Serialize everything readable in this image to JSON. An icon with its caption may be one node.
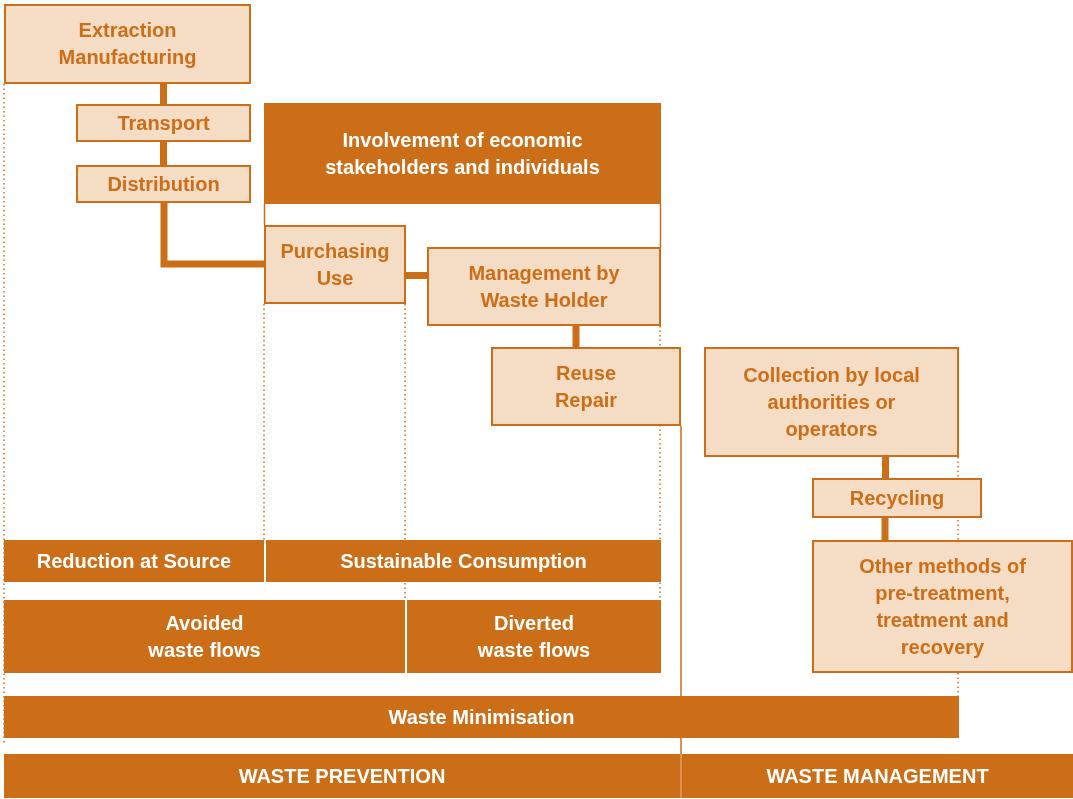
{
  "diagram": {
    "nodes": [
      {
        "text": [
          "Extraction Manufacturing"
        ]
      },
      {
        "text": [
          "Transport"
        ]
      },
      {
        "text": [
          "Distribution"
        ]
      },
      {
        "text": [
          "Involvement of economic stakeholders and individuals"
        ]
      },
      {
        "text": [
          "Purchasing Use"
        ]
      },
      {
        "text": [
          "Management by Waste Holder"
        ]
      },
      {
        "text": [
          "Reuse Repair"
        ]
      },
      {
        "text": [
          "Collection by local authorities or operators"
        ]
      },
      {
        "text": [
          "Recycling"
        ]
      },
      {
        "text": [
          "Other methods of pre-treatment, treatment and recovery"
        ]
      },
      {
        "text": [
          "Reduction at Source"
        ]
      },
      {
        "text": [
          "Sustainable Consumption"
        ]
      },
      {
        "text": [
          "Avoided waste flows"
        ]
      },
      {
        "text": [
          "Diverted waste flows"
        ]
      },
      {
        "text": [
          "Waste Minimisation"
        ]
      },
      {
        "text": [
          "WASTE PREVENTION"
        ]
      },
      {
        "text": [
          "WASTE MANAGEMENT"
        ]
      }
    ],
    "edges": [
      {
        "from": 0,
        "to": 1,
        "arrow": "none"
      },
      {
        "from": 1,
        "to": 2,
        "arrow": "none"
      },
      {
        "from": 2,
        "to": 4,
        "arrow": "none"
      },
      {
        "from": 4,
        "to": 5,
        "arrow": "none"
      },
      {
        "from": 5,
        "to": 6,
        "arrow": "none"
      },
      {
        "from": 7,
        "to": 8,
        "arrow": "none"
      },
      {
        "from": 8,
        "to": 9,
        "arrow": "none"
      }
    ]
  }
}
